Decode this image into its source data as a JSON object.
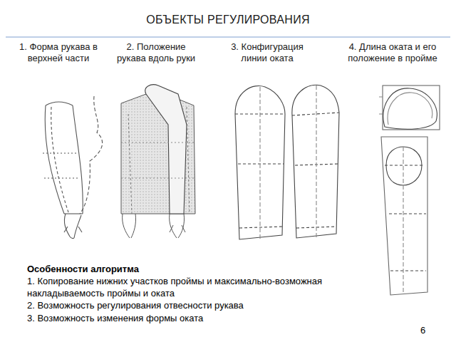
{
  "diagram": {
    "title": "ОБЪЕКТЫ РЕГУЛИРОВАНИЯ",
    "labels": [
      "1. Форма рукава в верхней части",
      "2. Положение рукава вдоль руки",
      "3. Конфигурация линии оката",
      "4. Длина оката и его положение в пройме",
      "Особенности алгоритма",
      "1. Копирование нижних участков проймы и максимально-возможная накладываемость проймы и оката",
      "2. Возможность регулирования отвесности рукава",
      "3. Возможность изменения формы оката",
      "6"
    ]
  }
}
